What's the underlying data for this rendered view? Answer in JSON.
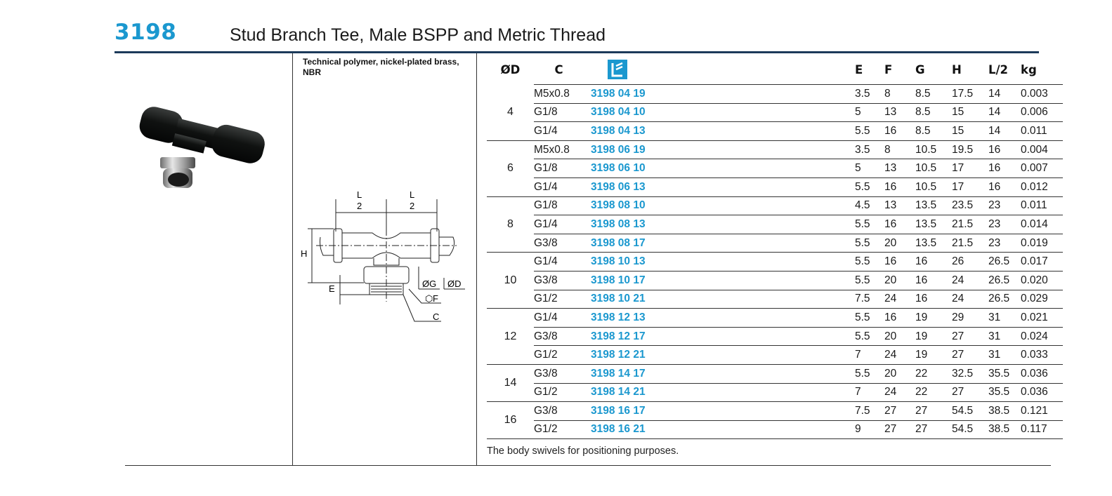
{
  "header": {
    "code": "3198",
    "title": "Stud Branch Tee, Male BSPP and Metric Thread"
  },
  "material": "Technical polymer, nickel-plated brass, NBR",
  "diagram_labels": {
    "l_top": "L",
    "l_bottom": "2",
    "h": "H",
    "e": "E",
    "g": "ØG",
    "d": "ØD",
    "f": "F",
    "c": "C"
  },
  "table": {
    "headers": [
      "ØD",
      "C",
      "",
      "E",
      "F",
      "G",
      "H",
      "L/2",
      "kg"
    ],
    "groups": [
      {
        "od": "4",
        "rows": [
          {
            "c": "M5x0.8",
            "part": "3198 04 19",
            "e": "3.5",
            "f": "8",
            "g": "8.5",
            "h": "17.5",
            "l2": "14",
            "kg": "0.003"
          },
          {
            "c": "G1/8",
            "part": "3198 04 10",
            "e": "5",
            "f": "13",
            "g": "8.5",
            "h": "15",
            "l2": "14",
            "kg": "0.006"
          },
          {
            "c": "G1/4",
            "part": "3198 04 13",
            "e": "5.5",
            "f": "16",
            "g": "8.5",
            "h": "15",
            "l2": "14",
            "kg": "0.011"
          }
        ]
      },
      {
        "od": "6",
        "rows": [
          {
            "c": "M5x0.8",
            "part": "3198 06 19",
            "e": "3.5",
            "f": "8",
            "g": "10.5",
            "h": "19.5",
            "l2": "16",
            "kg": "0.004"
          },
          {
            "c": "G1/8",
            "part": "3198 06 10",
            "e": "5",
            "f": "13",
            "g": "10.5",
            "h": "17",
            "l2": "16",
            "kg": "0.007"
          },
          {
            "c": "G1/4",
            "part": "3198 06 13",
            "e": "5.5",
            "f": "16",
            "g": "10.5",
            "h": "17",
            "l2": "16",
            "kg": "0.012"
          }
        ]
      },
      {
        "od": "8",
        "rows": [
          {
            "c": "G1/8",
            "part": "3198 08 10",
            "e": "4.5",
            "f": "13",
            "g": "13.5",
            "h": "23.5",
            "l2": "23",
            "kg": "0.011"
          },
          {
            "c": "G1/4",
            "part": "3198 08 13",
            "e": "5.5",
            "f": "16",
            "g": "13.5",
            "h": "21.5",
            "l2": "23",
            "kg": "0.014"
          },
          {
            "c": "G3/8",
            "part": "3198 08 17",
            "e": "5.5",
            "f": "20",
            "g": "13.5",
            "h": "21.5",
            "l2": "23",
            "kg": "0.019"
          }
        ]
      },
      {
        "od": "10",
        "rows": [
          {
            "c": "G1/4",
            "part": "3198 10 13",
            "e": "5.5",
            "f": "16",
            "g": "16",
            "h": "26",
            "l2": "26.5",
            "kg": "0.017"
          },
          {
            "c": "G3/8",
            "part": "3198 10 17",
            "e": "5.5",
            "f": "20",
            "g": "16",
            "h": "24",
            "l2": "26.5",
            "kg": "0.020"
          },
          {
            "c": "G1/2",
            "part": "3198 10 21",
            "e": "7.5",
            "f": "24",
            "g": "16",
            "h": "24",
            "l2": "26.5",
            "kg": "0.029"
          }
        ]
      },
      {
        "od": "12",
        "rows": [
          {
            "c": "G1/4",
            "part": "3198 12 13",
            "e": "5.5",
            "f": "16",
            "g": "19",
            "h": "29",
            "l2": "31",
            "kg": "0.021"
          },
          {
            "c": "G3/8",
            "part": "3198 12 17",
            "e": "5.5",
            "f": "20",
            "g": "19",
            "h": "27",
            "l2": "31",
            "kg": "0.024"
          },
          {
            "c": "G1/2",
            "part": "3198 12 21",
            "e": "7",
            "f": "24",
            "g": "19",
            "h": "27",
            "l2": "31",
            "kg": "0.033"
          }
        ]
      },
      {
        "od": "14",
        "rows": [
          {
            "c": "G3/8",
            "part": "3198 14 17",
            "e": "5.5",
            "f": "20",
            "g": "22",
            "h": "32.5",
            "l2": "35.5",
            "kg": "0.036"
          },
          {
            "c": "G1/2",
            "part": "3198 14 21",
            "e": "7",
            "f": "24",
            "g": "22",
            "h": "27",
            "l2": "35.5",
            "kg": "0.036"
          }
        ]
      },
      {
        "od": "16",
        "rows": [
          {
            "c": "G3/8",
            "part": "3198 16 17",
            "e": "7.5",
            "f": "27",
            "g": "27",
            "h": "54.5",
            "l2": "38.5",
            "kg": "0.121"
          },
          {
            "c": "G1/2",
            "part": "3198 16 21",
            "e": "9",
            "f": "27",
            "g": "27",
            "h": "54.5",
            "l2": "38.5",
            "kg": "0.117"
          }
        ]
      }
    ]
  },
  "note": "The body swivels for positioning purposes.",
  "colors": {
    "accent": "#1b98cf",
    "rule": "#1c3a5a"
  }
}
